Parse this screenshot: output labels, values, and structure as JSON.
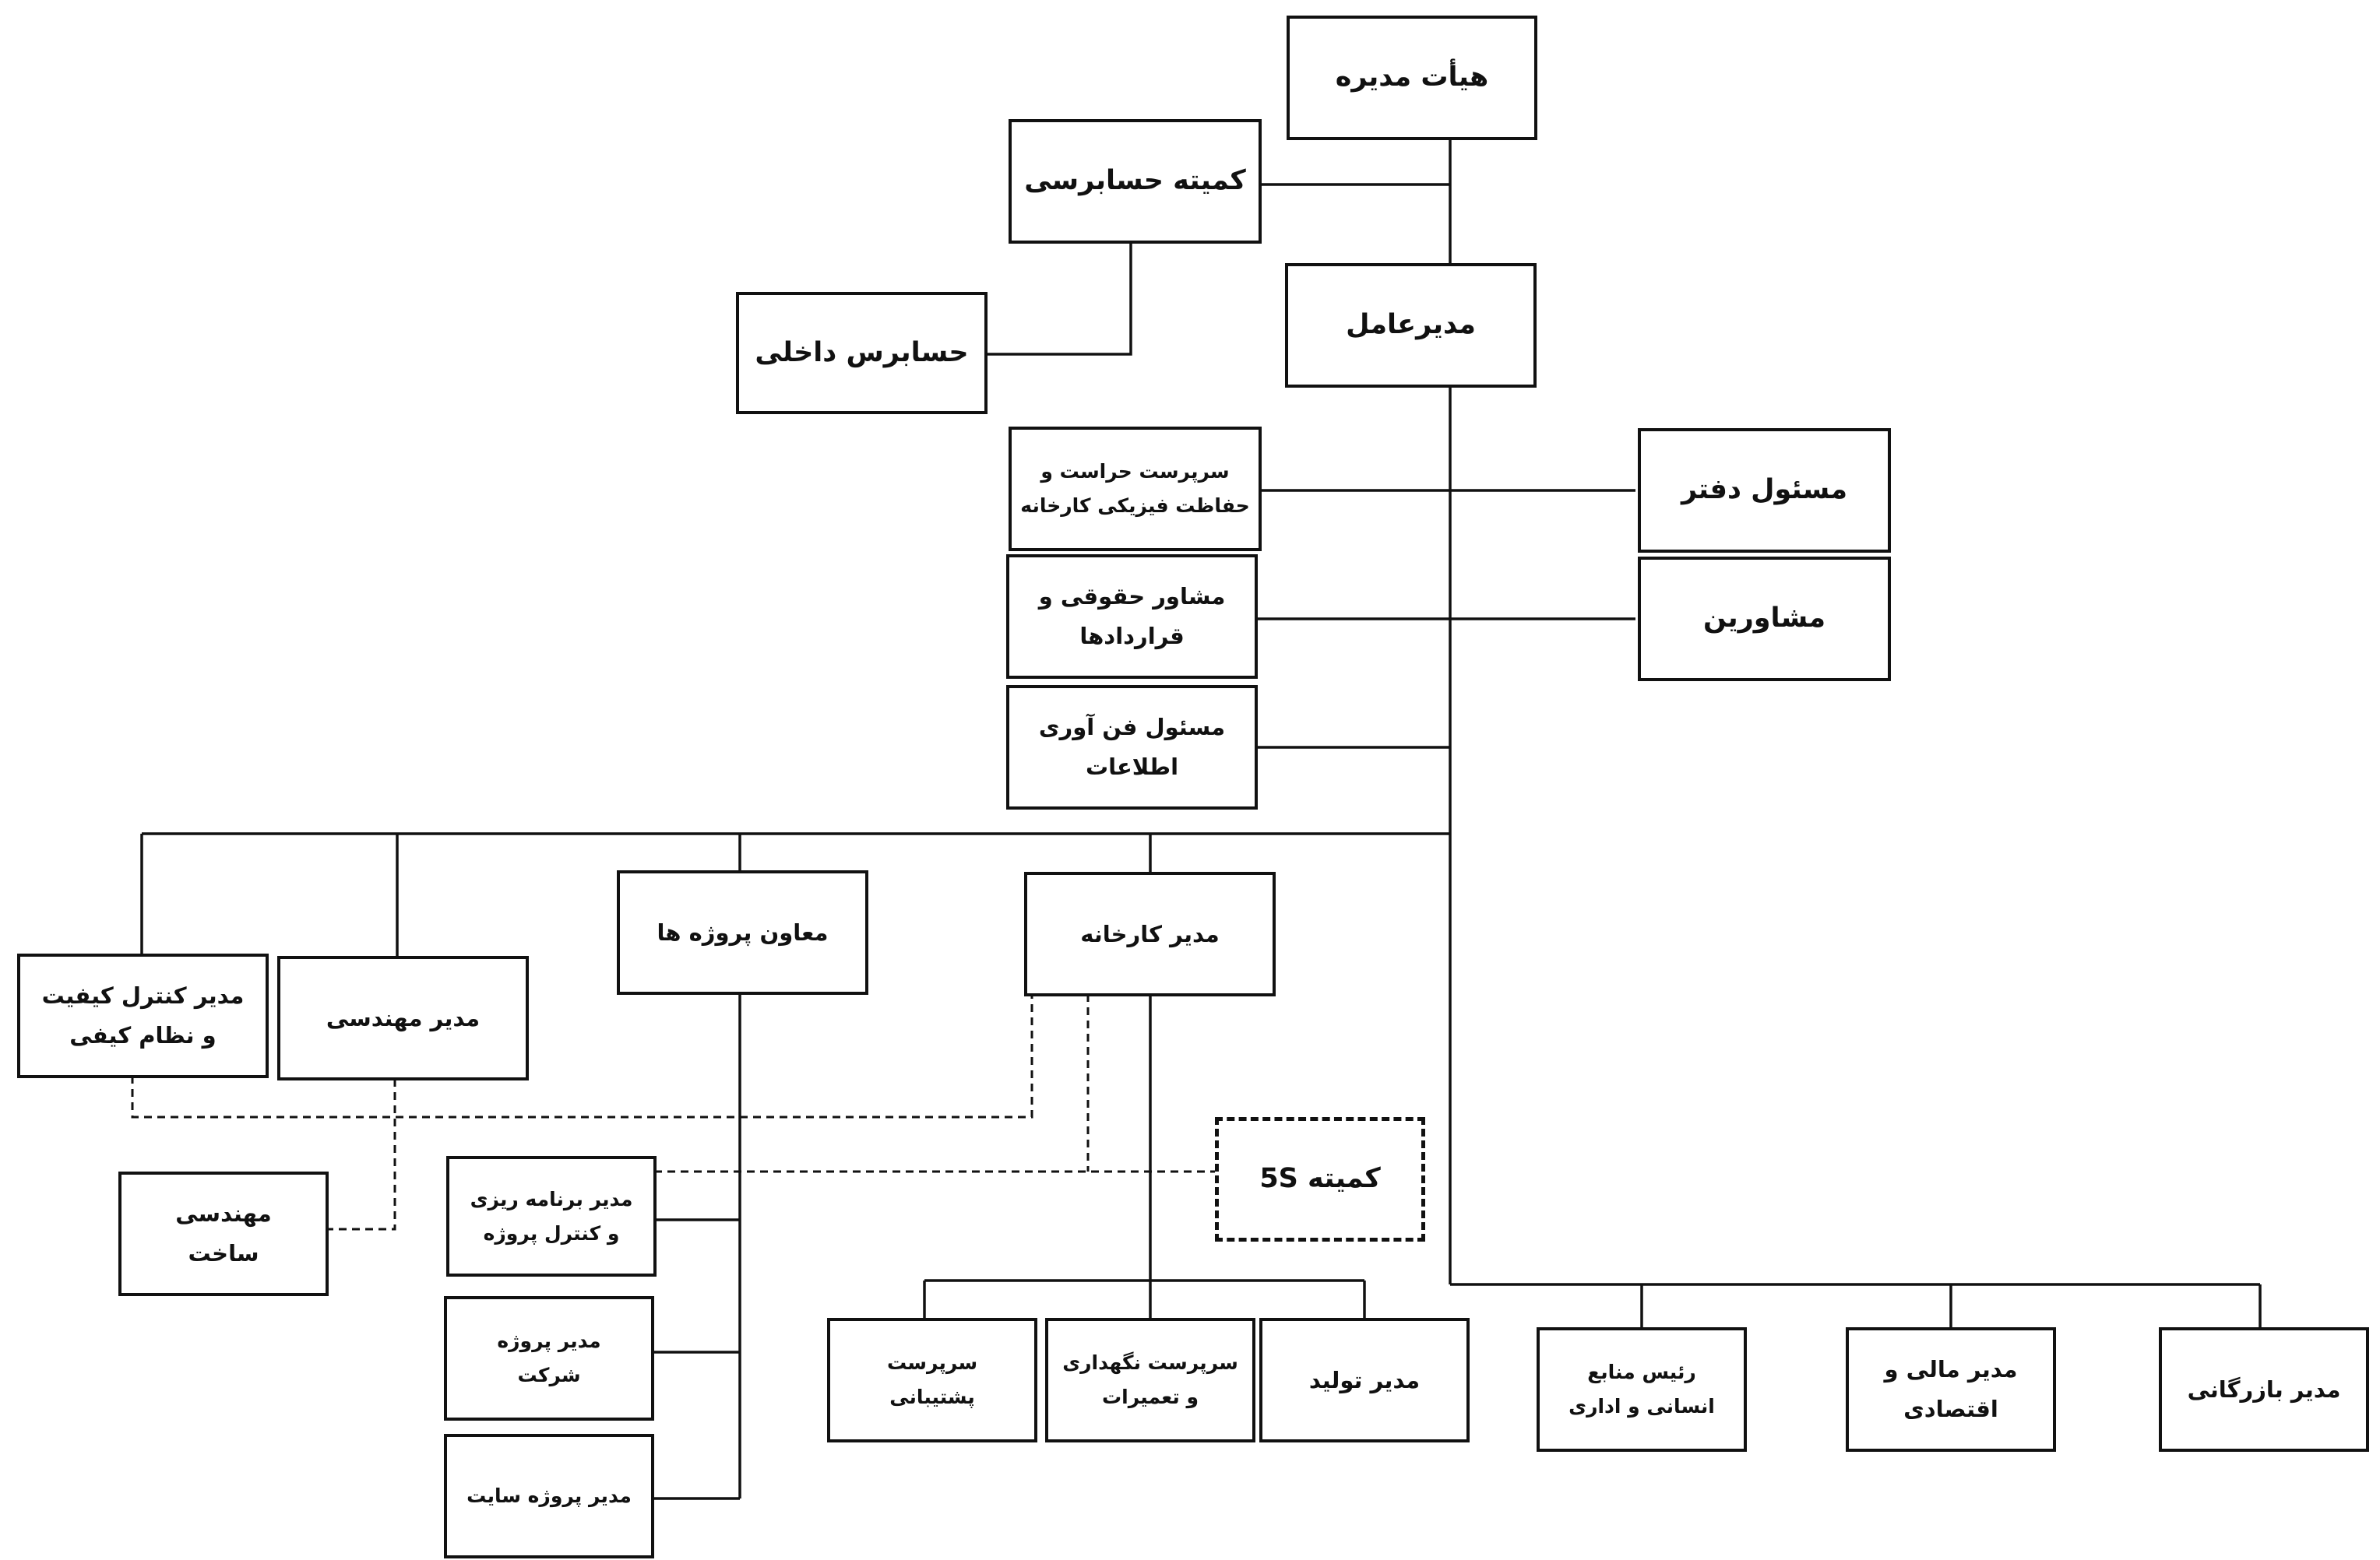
{
  "org_chart": {
    "board": "هیأت مدیره",
    "audit_committee": "کمیته حسابرسی",
    "internal_auditor": "حسابرس داخلی",
    "ceo": "مدیرعامل",
    "security_supervisor": "سرپرست حراست و\nحفاظت فیزیکی کارخانه",
    "office_manager": "مسئول دفتر",
    "legal_advisor": "مشاور حقوقی و\nقراردادها",
    "advisors": "مشاورین",
    "it_manager": "مسئول فن آوری\nاطلاعات",
    "quality_manager": "مدیر کنترل کیفیت\nو نظام کیفی",
    "engineering_manager": "مدیر مهندسی",
    "projects_deputy": "معاون پروژه ها",
    "factory_manager": "مدیر کارخانه",
    "construction_engineering": "مهندسی\nساخت",
    "planning_manager": "مدیر برنامه ریزی\nو کنترل پروژه",
    "company_project_manager": "مدیر پروژه\nشرکت",
    "site_project_manager": "مدیر پروژه سایت",
    "committee_5s": "کمیته 5S",
    "support_supervisor": "سرپرست\nپشتیبانی",
    "maintenance_supervisor": "سرپرست نگهداری\nو تعمیرات",
    "production_manager": "مدیر تولید",
    "hr_head": "رئیس منابع\nانسانی و اداری",
    "finance_manager": "مدیر مالی و\nاقتصادی",
    "commercial_manager": "مدیر بازرگانی"
  },
  "colors": {
    "line": "#111111",
    "box_border": "#111111",
    "background": "#ffffff"
  }
}
